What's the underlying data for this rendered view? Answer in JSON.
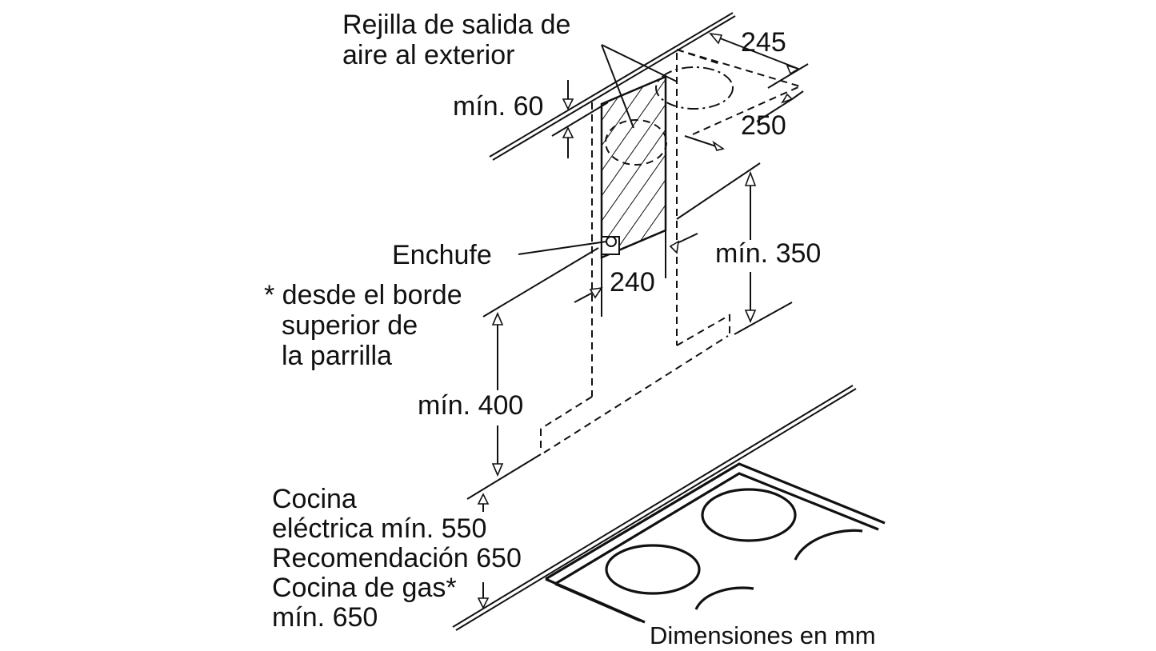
{
  "labels": {
    "grille": [
      "Rejilla de salida de",
      "aire al exterior"
    ],
    "min60": "mín. 60",
    "d245": "245",
    "d250": "250",
    "socket": "Enchufe",
    "d240": "240",
    "min350": "mín. 350",
    "footnote": [
      "* desde el borde",
      "superior de",
      "la parrilla"
    ],
    "min400": "mín. 400",
    "hob": [
      "Cocina",
      "eléctrica mín. 550",
      "Recomendación 650",
      "Cocina de gas*",
      "mín. 650"
    ],
    "units": "Dimensiones en mm"
  }
}
